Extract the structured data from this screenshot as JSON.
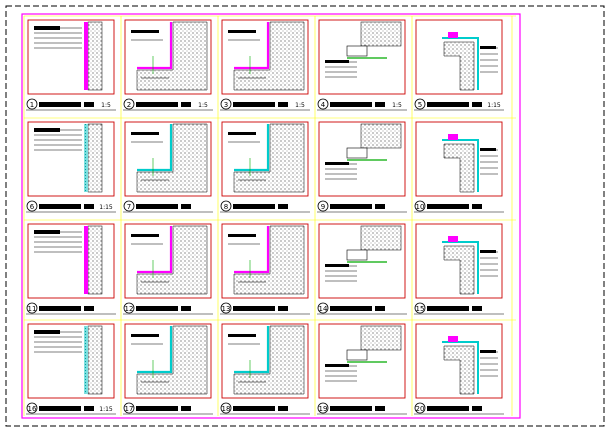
{
  "sheet": {
    "title": "Exterior wall insulation node details sheet",
    "scale_labels": {
      "row1": [
        "1:5",
        "1:5",
        "1:5",
        "1:5",
        "1:15"
      ],
      "row2": [
        "1:15",
        "",
        "",
        "",
        ""
      ],
      "row3": [
        "",
        "",
        "",
        "",
        ""
      ],
      "row4": [
        "1:15",
        "",
        "",
        "",
        ""
      ]
    },
    "numbers": [
      [
        "1",
        "2",
        "3",
        "4",
        "5"
      ],
      [
        "6",
        "7",
        "8",
        "9",
        "10"
      ],
      [
        "11",
        "12",
        "13",
        "14",
        "15"
      ],
      [
        "16",
        "17",
        "18",
        "19",
        "20"
      ]
    ]
  },
  "colors": {
    "border": "#ff00ff",
    "frame": "#cc0000",
    "cell_line": "#ffff00",
    "hatch": "#555555",
    "insulation": "#00cccc",
    "green": "#00aa00",
    "label": "#ff00ff"
  }
}
